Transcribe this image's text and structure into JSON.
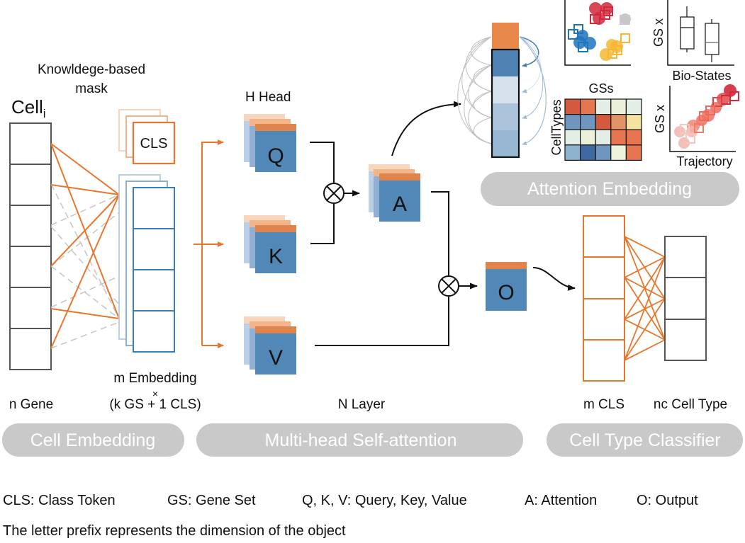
{
  "colors": {
    "orange": "#E8762C",
    "orange_light": "#F3B48A",
    "orange_lighter": "#F8D5BD",
    "blue": "#5288B8",
    "blue_mid": "#8FB0D3",
    "blue_light": "#BBD0E5",
    "gray_box": "#555555",
    "gray_dash": "#C8C8C8",
    "pill": "#C9C9C9"
  },
  "cell_embedding": {
    "cell_label": "Cell",
    "cell_subscript": "i",
    "mask_label_line1": "Knowldege-based",
    "mask_label_line2": "mask",
    "cls_token": "CLS",
    "gene_label": "n Gene",
    "embedding_label_line1": "m Embedding",
    "embedding_label_times": "×",
    "embedding_label_line2": "(k GS + 1 CLS)"
  },
  "attention": {
    "heads_label": "H Head",
    "q": "Q",
    "k": "K",
    "v": "V",
    "a": "A",
    "o": "O",
    "layer_label": "N Layer"
  },
  "attention_embedding": {
    "heatmap_title": "GSs",
    "heatmap_ylabel": "CellTypes",
    "boxplot_ylabel": "GS x",
    "boxplot_xlabel": "Bio-States",
    "trajectory_ylabel": "GS x",
    "trajectory_xlabel": "Trajectory",
    "heatmap_colors": [
      [
        "#D45A3E",
        "#E5764F",
        "#E3EEE6",
        "#EBF0D9",
        "#E3EEE6"
      ],
      [
        "#6E96BF",
        "#6E96BF",
        "#D45A3E",
        "#E49367",
        "#F3E2A0"
      ],
      [
        "#E3EEE6",
        "#EBF0D9",
        "#E3EEE6",
        "#E5764F",
        "#E5764F"
      ],
      [
        "#8DB4CF",
        "#3F69A3",
        "#6E96BF",
        "#EEF3DD",
        "#E5764F"
      ]
    ]
  },
  "classifier": {
    "cls_label": "m CLS",
    "celltype_label": "nc Cell Type"
  },
  "stages": {
    "cell_embedding": "Cell Embedding",
    "self_attention": "Multi-head Self-attention",
    "classifier": "Cell Type Classifier",
    "attention_embedding": "Attention Embedding"
  },
  "legend": {
    "items": [
      "CLS: Class Token",
      "GS: Gene Set",
      "Q, K, V: Query, Key, Value",
      "A: Attention",
      "O: Output"
    ],
    "note": "The letter prefix represents the dimension of the object"
  }
}
